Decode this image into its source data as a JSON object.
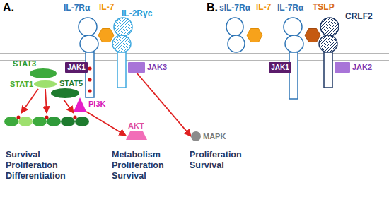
{
  "diagram": {
    "nodes": [
      {
        "text": [
          "IL-7"
        ]
      },
      {
        "text": [
          "JAK1"
        ]
      },
      {
        "text": [
          "JAK3"
        ]
      },
      {
        "text": [
          "STAT3"
        ]
      },
      {
        "text": [
          "STAT1"
        ]
      },
      {
        "text": [
          "STAT5"
        ]
      },
      {
        "text": [
          "PI3K"
        ]
      },
      {
        "text": [
          "AKT"
        ]
      },
      {
        "text": [
          "MAPK"
        ]
      },
      {
        "text": [
          "IL-7"
        ]
      },
      {
        "text": [
          "TSLP"
        ]
      },
      {
        "text": [
          "JAK1"
        ]
      },
      {
        "text": [
          "JAK2"
        ]
      }
    ],
    "edges": [
      {
        "from": 6,
        "to": 7,
        "arrow": "to"
      },
      {
        "from": 2,
        "to": 8,
        "arrow": "to"
      }
    ],
    "labels": [
      "A.",
      "IL-7Rα",
      "IL-2Rγc",
      "Survival Proliferation Differentiation",
      "Metabolism Proliferation Survival",
      "Proliferation Survival",
      "B.",
      "sIL-7Rα",
      "IL-7Rα",
      "CRLF2"
    ]
  }
}
